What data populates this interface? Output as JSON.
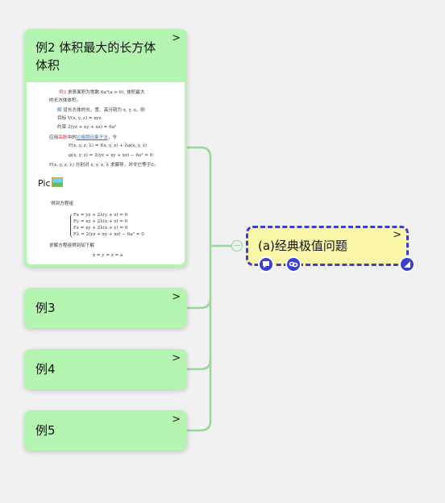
{
  "topics": [
    {
      "id": "ex2",
      "title": "例2 体积最大的长方体体积",
      "chevron": ">"
    },
    {
      "id": "ex3",
      "title": "例3",
      "chevron": ">"
    },
    {
      "id": "ex4",
      "title": "例4",
      "chevron": ">"
    },
    {
      "id": "ex5",
      "title": "例5",
      "chevron": ">"
    }
  ],
  "main_topic": {
    "title": "(a)经典极值问题",
    "chevron": ">"
  },
  "preview": {
    "l1a": "例2",
    "l1b": " 求表面积为常数 6a²(a > 0), 体积最大",
    "l2": "的长方体体积。",
    "l3a": "解",
    "l3b": " 设长方体的长、宽、高分别为 x, y, z。则",
    "l4": "目标          V(x, y, z) = xyz",
    "l5": "约束        2(yz + xy + xz) = 6a²",
    "l6a": "应用",
    "l6b": "高数",
    "l6c": "中的",
    "l6d": "拉格朗日乘子法",
    "l6e": "，令",
    "l7": "F(x, y, z, λ) = f(x, y, z) + λφ(x, y, z)",
    "l8": "φ(x, y, z) = 2(yz + xy + xz) − 6a² = 0",
    "l9": "F(x, y, z, λ) 分别对 x, y, z, λ 求偏导，并令它等于0。",
    "pic": "Pic",
    "l10": "得到方程组",
    "e1": "Fx = yz + 2λ(y + z) = 0",
    "e2": "Fy = xz + 2λ(x + z) = 0",
    "e3": "Fz = xy + 2λ(x + y) = 0",
    "e4": "Fλ = 2(yz + xy + xz) − 6a² = 0",
    "l11": "求解方程组得到如下解",
    "l12": "x = y = z = a"
  },
  "colors": {
    "node": "#b3f5b1",
    "connector": "#9bd59a",
    "main_fill": "#fbf7a8",
    "main_border": "#3a3fd0"
  },
  "icons": [
    "chevron-right-icon",
    "comment-icon",
    "link-icon",
    "resize-corner-icon",
    "collapse-icon",
    "image-icon"
  ]
}
